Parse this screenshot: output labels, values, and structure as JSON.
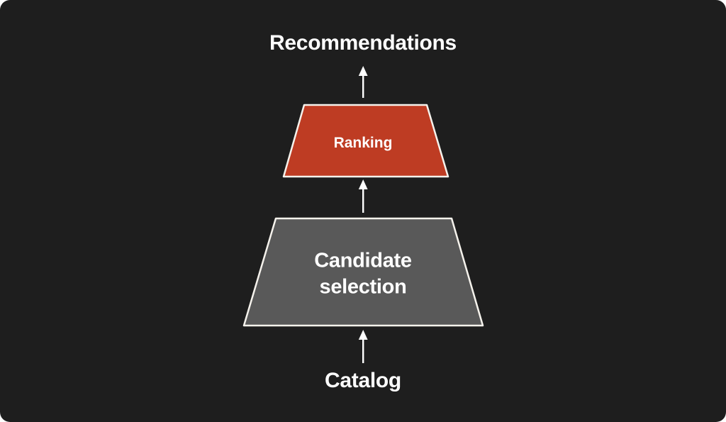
{
  "slide": {
    "background_color": "#1e1e1e",
    "text_color": "#ffffff",
    "title": "Recommendations",
    "funnel": {
      "stages": [
        {
          "label": "Ranking",
          "color": "#be3c23",
          "border_color": "#f5f2ec"
        },
        {
          "label": "Candidate selection",
          "color": "#595959",
          "border_color": "#f5f2ec"
        }
      ],
      "source_label": "Catalog",
      "arrow_color": "#ffffff",
      "arrow_icon": "up-arrow-icon"
    }
  }
}
